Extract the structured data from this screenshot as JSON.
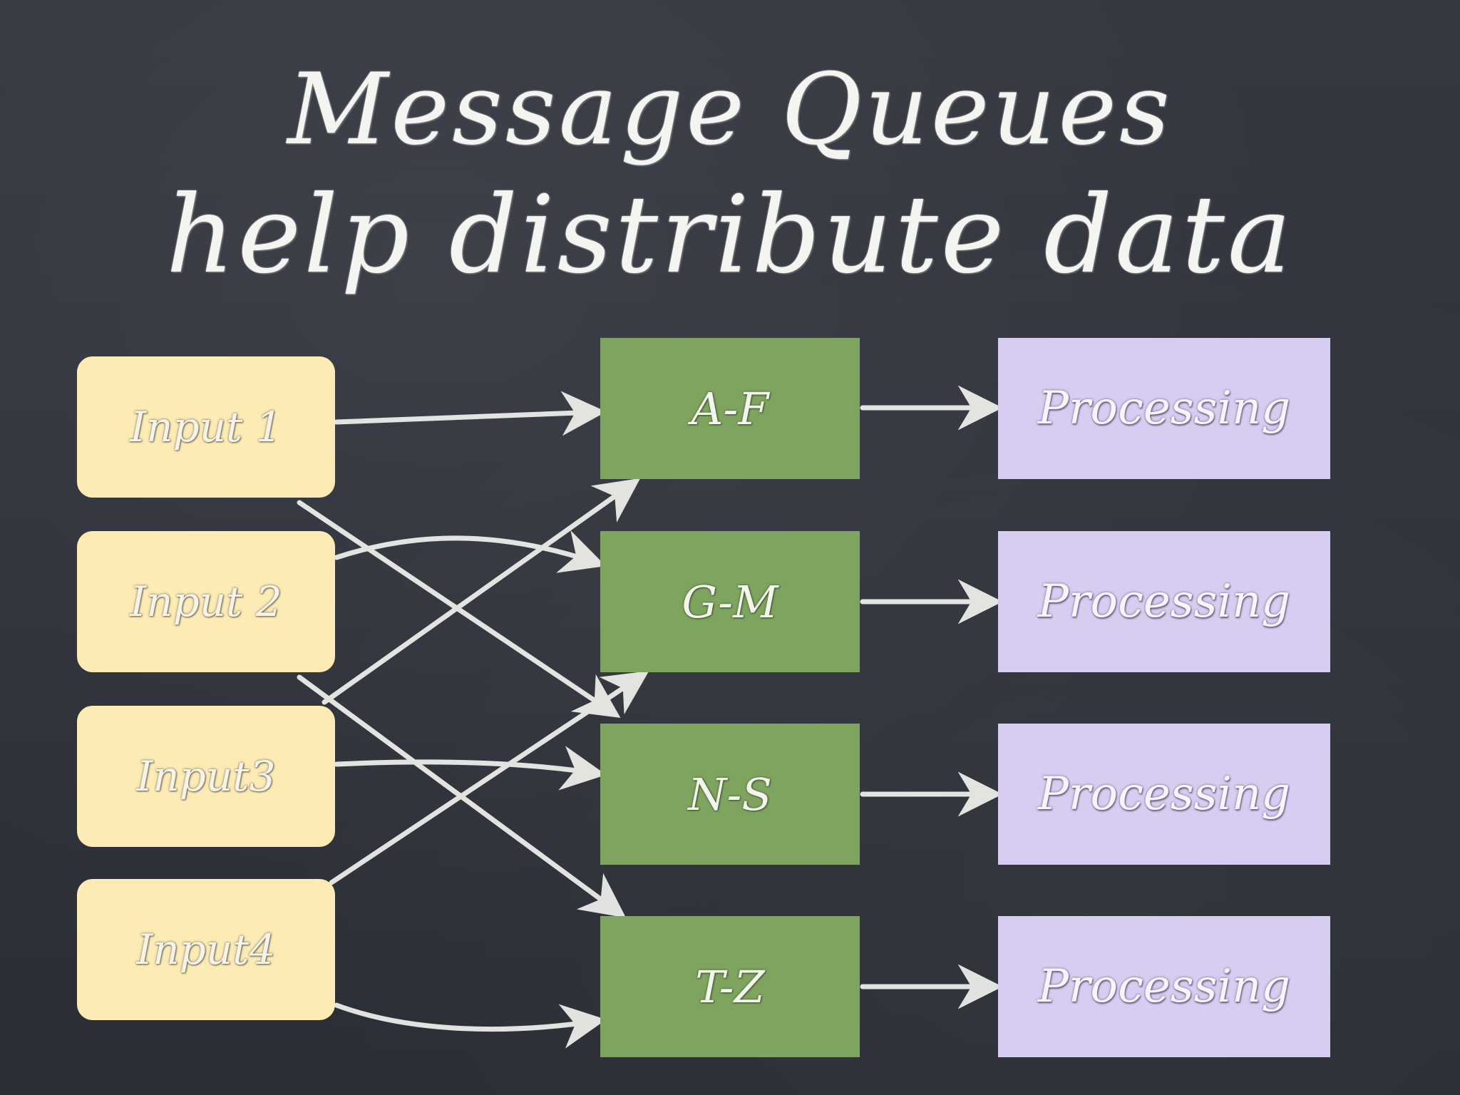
{
  "title": {
    "line1": "Message Queues",
    "line2": "help distribute data"
  },
  "inputs": [
    {
      "label": "Input 1"
    },
    {
      "label": "Input 2"
    },
    {
      "label": "Input3"
    },
    {
      "label": "Input4"
    }
  ],
  "queues": [
    {
      "label": "A-F"
    },
    {
      "label": "G-M"
    },
    {
      "label": "N-S"
    },
    {
      "label": "T-Z"
    }
  ],
  "processors": [
    {
      "label": "Processing"
    },
    {
      "label": "Processing"
    },
    {
      "label": "Processing"
    },
    {
      "label": "Processing"
    }
  ],
  "colors": {
    "background": "#2e3138",
    "input_fill": "#fcebb4",
    "queue_fill": "#7fa45f",
    "processor_fill": "#d6cdf1",
    "chalk": "#f4f4f0"
  }
}
